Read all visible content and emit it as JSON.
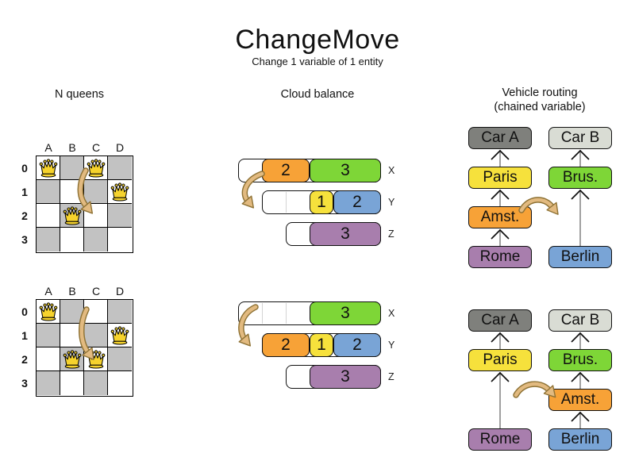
{
  "title": "ChangeMove",
  "subtitle": "Change 1 variable of 1 entity",
  "palette": {
    "orange": "#f7a237",
    "green": "#7ed637",
    "yellow": "#f6e13c",
    "blue": "#79a4d6",
    "purple": "#a87ead",
    "dark_gray": "#7f807c",
    "light_gray": "#d9dcd4",
    "board_gray": "#c2c2c2",
    "queen_yellow": "#f6d32d",
    "arrow_tan": "#e2ba80",
    "arrow_tan_border": "#8f7336",
    "chain_line_gray": "#808080",
    "black": "#111111"
  },
  "sections": {
    "nqueens": {
      "heading": "N queens",
      "column_labels": [
        "A",
        "B",
        "C",
        "D"
      ],
      "row_labels": [
        "0",
        "1",
        "2",
        "3"
      ],
      "before": {
        "queens": [
          "A0",
          "C0",
          "D1",
          "B2"
        ],
        "move": {
          "from": "C0",
          "to": "C2"
        }
      },
      "after": {
        "queens": [
          "A0",
          "D1",
          "B2",
          "C2"
        ],
        "move": {
          "from": "C0",
          "to": "C2"
        }
      }
    },
    "cloud": {
      "heading": "Cloud balance",
      "before": {
        "computers": [
          {
            "label": "X",
            "capacity": 6,
            "processes": [
              {
                "value": "2",
                "size": 2,
                "color": "orange"
              },
              {
                "value": "3",
                "size": 3,
                "color": "green"
              }
            ]
          },
          {
            "label": "Y",
            "capacity": 5,
            "processes": [
              {
                "value": "1",
                "size": 1,
                "color": "yellow"
              },
              {
                "value": "2",
                "size": 2,
                "color": "blue"
              }
            ]
          },
          {
            "label": "Z",
            "capacity": 4,
            "processes": [
              {
                "value": "3",
                "size": 3,
                "color": "purple"
              }
            ]
          }
        ],
        "move": {
          "process": "2",
          "from": "X",
          "to": "Y"
        }
      },
      "after": {
        "computers": [
          {
            "label": "X",
            "capacity": 6,
            "processes": [
              {
                "value": "3",
                "size": 3,
                "color": "green"
              }
            ]
          },
          {
            "label": "Y",
            "capacity": 5,
            "processes": [
              {
                "value": "2",
                "size": 2,
                "color": "orange"
              },
              {
                "value": "1",
                "size": 1,
                "color": "yellow"
              },
              {
                "value": "2",
                "size": 2,
                "color": "blue"
              }
            ]
          },
          {
            "label": "Z",
            "capacity": 4,
            "processes": [
              {
                "value": "3",
                "size": 3,
                "color": "purple"
              }
            ]
          }
        ],
        "move": {
          "process": "2",
          "from": "X",
          "to": "Y"
        }
      }
    },
    "vehicle": {
      "heading": "Vehicle routing",
      "subheading": "(chained variable)",
      "before": {
        "chains": [
          {
            "nodes": [
              {
                "label": "Car A",
                "color": "dark_gray",
                "slot": 0
              },
              {
                "label": "Paris",
                "color": "yellow",
                "slot": 1
              },
              {
                "label": "Amst.",
                "color": "orange",
                "slot": 2
              },
              {
                "label": "Rome",
                "color": "purple",
                "slot": 3
              }
            ]
          },
          {
            "nodes": [
              {
                "label": "Car B",
                "color": "light_gray",
                "slot": 0
              },
              {
                "label": "Brus.",
                "color": "green",
                "slot": 1
              },
              {
                "label": "Berlin",
                "color": "blue",
                "slot": 3
              }
            ]
          }
        ],
        "move": {
          "entity": "Amst.",
          "to_chain": "Car B"
        }
      },
      "after": {
        "chains": [
          {
            "nodes": [
              {
                "label": "Car A",
                "color": "dark_gray",
                "slot": 0
              },
              {
                "label": "Paris",
                "color": "yellow",
                "slot": 1
              },
              {
                "label": "Rome",
                "color": "purple",
                "slot": 3
              }
            ]
          },
          {
            "nodes": [
              {
                "label": "Car B",
                "color": "light_gray",
                "slot": 0
              },
              {
                "label": "Brus.",
                "color": "green",
                "slot": 1
              },
              {
                "label": "Amst.",
                "color": "orange",
                "slot": 2
              },
              {
                "label": "Berlin",
                "color": "blue",
                "slot": 3
              }
            ]
          }
        ],
        "move": {
          "entity": "Amst.",
          "to_chain": "Car B"
        }
      }
    }
  }
}
